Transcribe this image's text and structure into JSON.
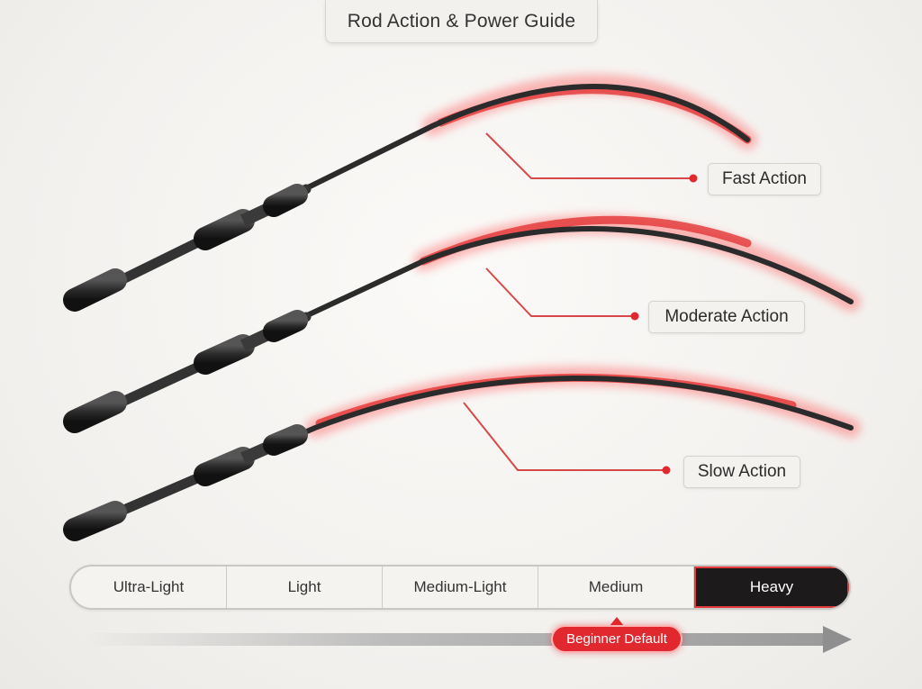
{
  "title": "Rod Action & Power Guide",
  "actions": [
    {
      "label": "Fast Action"
    },
    {
      "label": "Moderate Action"
    },
    {
      "label": "Slow Action"
    }
  ],
  "power_scale": {
    "segments": [
      "Ultra-Light",
      "Light",
      "Medium-Light",
      "Medium",
      "Heavy"
    ],
    "active": "Heavy"
  },
  "badge": "Beginner Default",
  "colors": {
    "accent": "#e0282e",
    "rod": "#2b2b2b",
    "active_segment": "#1c1a1a"
  }
}
